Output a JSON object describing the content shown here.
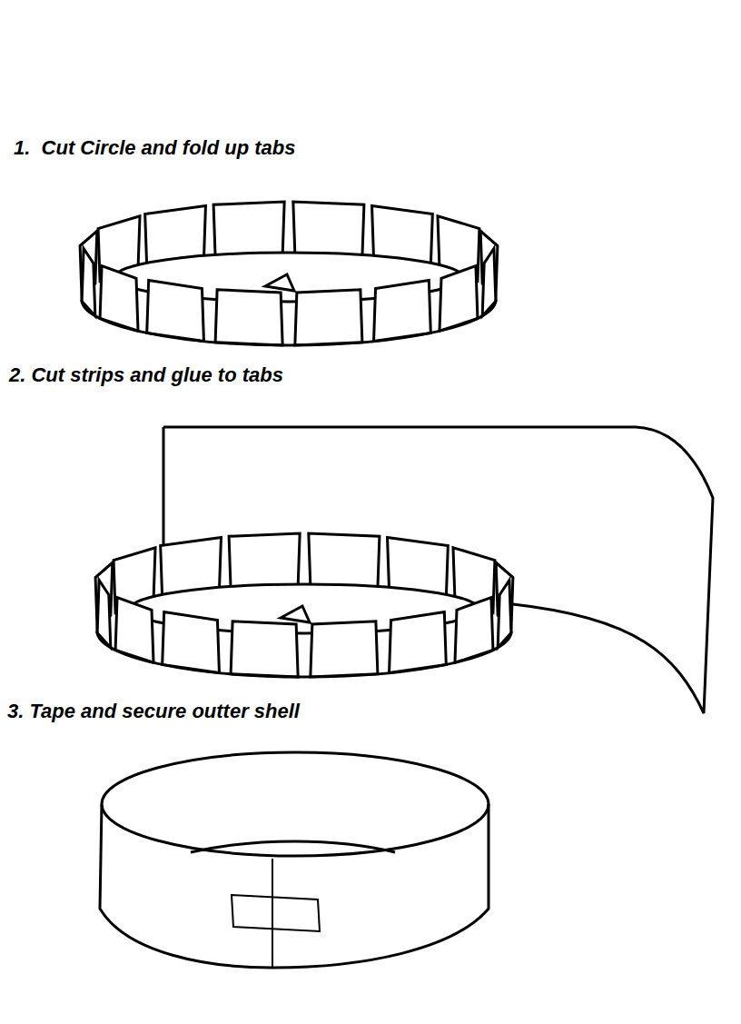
{
  "diagram": {
    "labels": [
      "1.  Cut Circle and fold up tabs",
      "2. Cut strips and glue to tabs",
      "3. Tape and secure outter shell"
    ]
  }
}
